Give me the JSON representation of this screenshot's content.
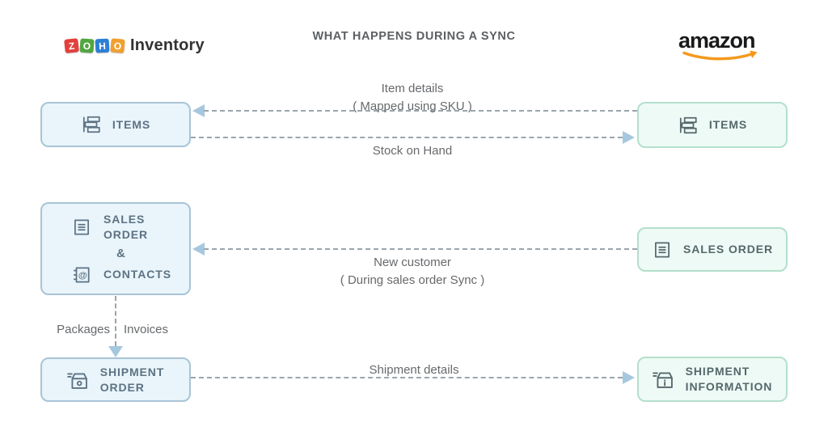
{
  "colors": {
    "zoho_box_fill": "#e9f4fb",
    "zoho_box_border": "#a9c4d6",
    "amazon_box_fill": "#eefaf5",
    "amazon_box_border": "#b4dfcd",
    "arrowhead": "#a6c8de",
    "dashed_line": "#9aa5ac",
    "amazon_smile": "#f4991d"
  },
  "header": {
    "title": "WHAT HAPPENS DURING A SYNC",
    "zoho": {
      "tiles": [
        {
          "letter": "Z",
          "color": "#e2403c"
        },
        {
          "letter": "O",
          "color": "#51a63f"
        },
        {
          "letter": "H",
          "color": "#2c7fd4"
        },
        {
          "letter": "O",
          "color": "#f0a02e"
        }
      ],
      "product": "Inventory"
    },
    "amazon": {
      "wordmark": "amazon"
    }
  },
  "zoho_column": {
    "items_label": "ITEMS",
    "sales_order_line": "SALES ORDER",
    "ampersand": "&",
    "contacts_line": "CONTACTS",
    "shipment_line1": "SHIPMENT",
    "shipment_line2": "ORDER"
  },
  "amazon_column": {
    "items_label": "ITEMS",
    "sales_order_label": "SALES ORDER",
    "shipment_line1": "SHIPMENT",
    "shipment_line2": "INFORMATION"
  },
  "flows": {
    "item_details": {
      "line1": "Item details",
      "line2": "( Mapped using SKU )"
    },
    "stock_on_hand": {
      "label": "Stock on Hand"
    },
    "new_customer": {
      "line1": "New customer",
      "line2": "( During sales order Sync )"
    },
    "packages": {
      "label": "Packages"
    },
    "invoices": {
      "label": "Invoices"
    },
    "shipment_details": {
      "label": "Shipment details"
    }
  }
}
